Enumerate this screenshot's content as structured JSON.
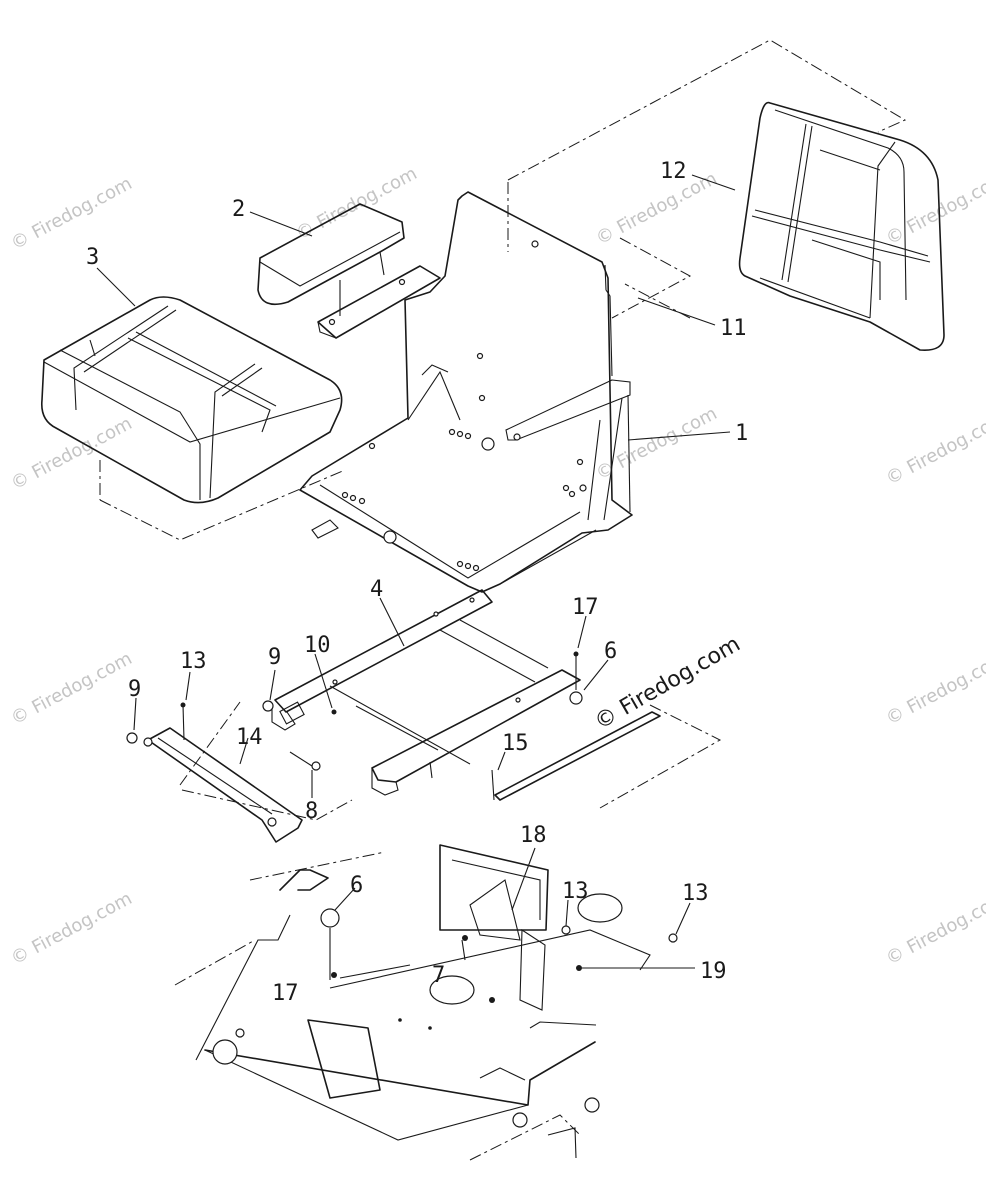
{
  "diagram": {
    "callouts": [
      "1",
      "2",
      "3",
      "4",
      "6",
      "6",
      "7",
      "8",
      "9",
      "9",
      "10",
      "11",
      "12",
      "13",
      "13",
      "13",
      "14",
      "15",
      "17",
      "17",
      "18",
      "19"
    ],
    "watermark_repeated": "© Firedog.com",
    "watermark_center": "© Firedog.com"
  }
}
